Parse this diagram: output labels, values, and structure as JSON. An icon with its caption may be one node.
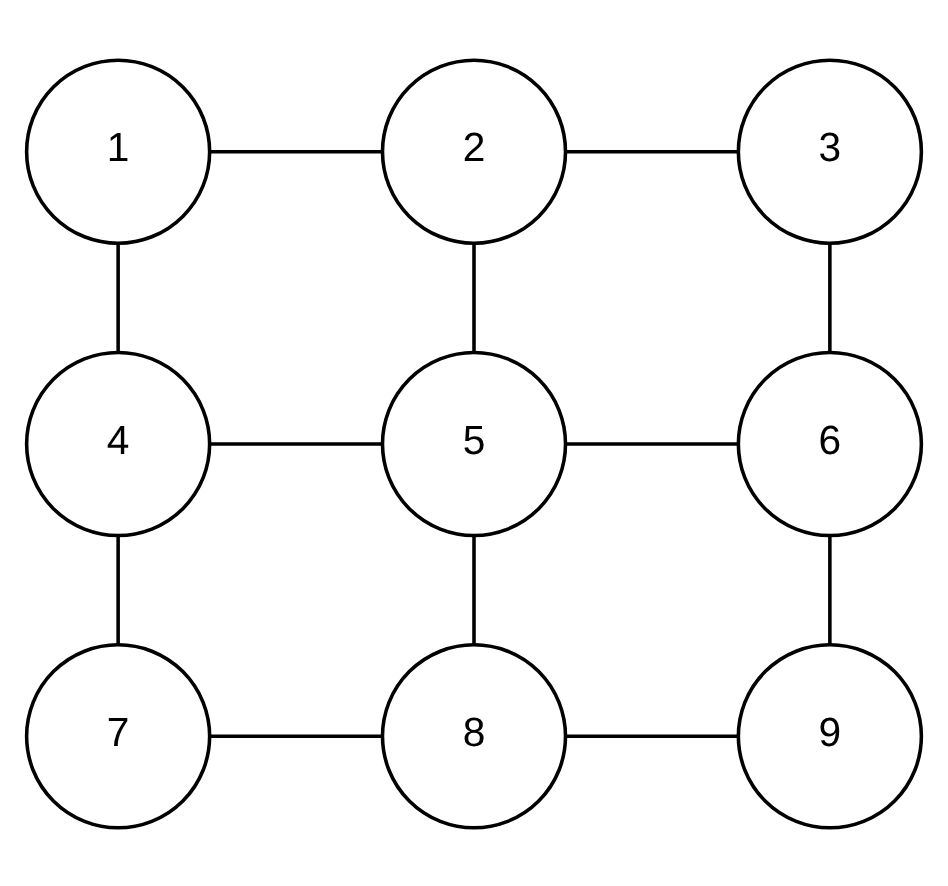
{
  "diagram": {
    "nodes": [
      {
        "text": [
          "1"
        ]
      },
      {
        "text": [
          "2"
        ]
      },
      {
        "text": [
          "3"
        ]
      },
      {
        "text": [
          "4"
        ]
      },
      {
        "text": [
          "5"
        ]
      },
      {
        "text": [
          "6"
        ]
      },
      {
        "text": [
          "7"
        ]
      },
      {
        "text": [
          "8"
        ]
      },
      {
        "text": [
          "9"
        ]
      }
    ],
    "edges": [
      {
        "from": 0,
        "to": 1,
        "arrow": "none"
      },
      {
        "from": 1,
        "to": 2,
        "arrow": "none"
      },
      {
        "from": 0,
        "to": 3,
        "arrow": "none"
      },
      {
        "from": 1,
        "to": 4,
        "arrow": "none"
      },
      {
        "from": 2,
        "to": 5,
        "arrow": "none"
      },
      {
        "from": 3,
        "to": 4,
        "arrow": "none"
      },
      {
        "from": 4,
        "to": 5,
        "arrow": "none"
      },
      {
        "from": 3,
        "to": 6,
        "arrow": "none"
      },
      {
        "from": 4,
        "to": 7,
        "arrow": "none"
      },
      {
        "from": 5,
        "to": 8,
        "arrow": "none"
      },
      {
        "from": 6,
        "to": 7,
        "arrow": "none"
      },
      {
        "from": 7,
        "to": 8,
        "arrow": "none"
      }
    ]
  }
}
